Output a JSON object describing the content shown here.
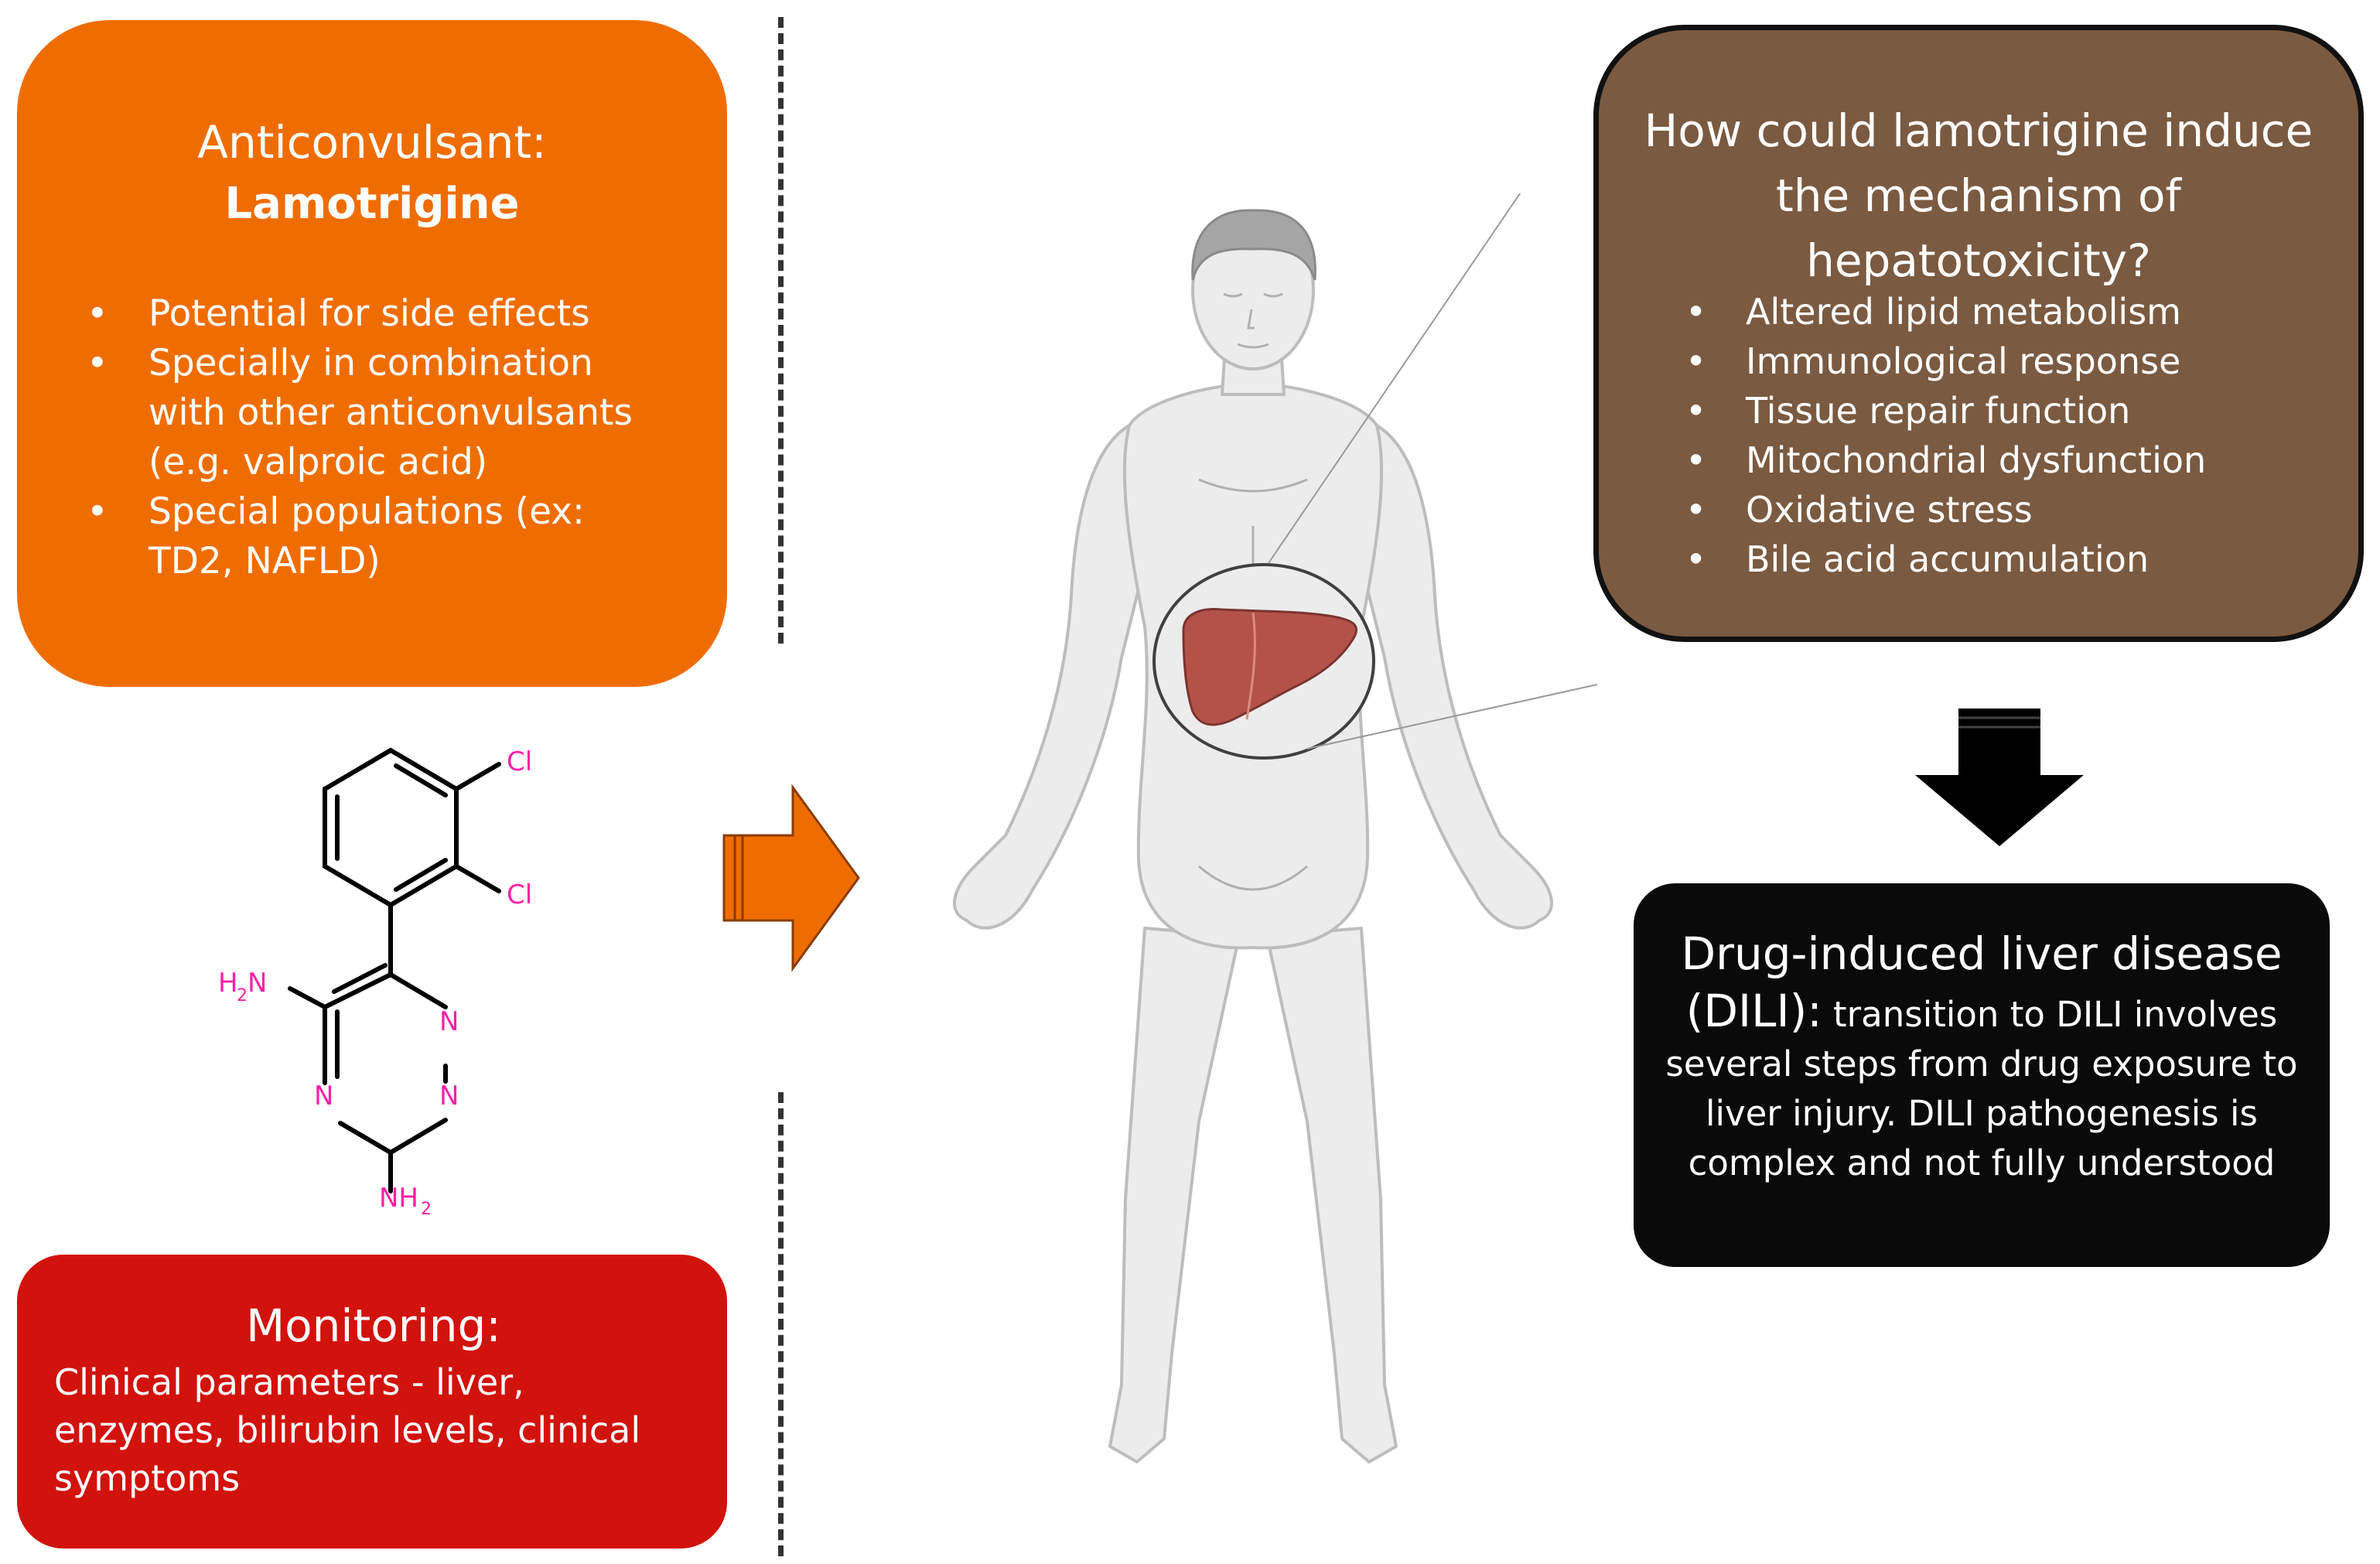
{
  "anticonvulsant": {
    "title": "Anticonvulsant:",
    "drug": "Lamotrigine",
    "bullets": [
      "Potential for side effects",
      "Specially in combination with other anticonvulsants (e.g. valproic acid)",
      "Special populations (ex: TD2, NAFLD)"
    ]
  },
  "molecule": {
    "labels": {
      "cl_top": "Cl",
      "cl_bottom": "Cl",
      "h2n": "H",
      "h2n_sub": "2",
      "h2n_n": "N",
      "n1": "N",
      "n2": "N",
      "n3": "N",
      "nh2": "NH",
      "nh2_sub": "2"
    }
  },
  "monitoring": {
    "title": "Monitoring:",
    "text": "Clinical parameters - liver, enzymes, bilirubin levels, clinical symptoms"
  },
  "question": {
    "title": "How could lamotrigine induce the mechanism of hepatotoxicity?",
    "bullets": [
      "Altered lipid metabolism",
      "Immunological response",
      "Tissue repair function",
      "Mitochondrial dysfunction",
      "Oxidative stress",
      "Bile acid accumulation"
    ]
  },
  "dili": {
    "lead": "Drug-induced liver disease (DILI):",
    "body": " transition to DILI involves several steps from drug exposure to liver injury. DILI pathogenesis is complex and not fully understood"
  },
  "colors": {
    "orange": "#ef6d00",
    "red": "#d2120c",
    "brown": "#7a5a41",
    "black": "#0a0a0a",
    "liver": "#b4524a",
    "body": "#ececec",
    "molecule_label": "#ff1fa8"
  }
}
